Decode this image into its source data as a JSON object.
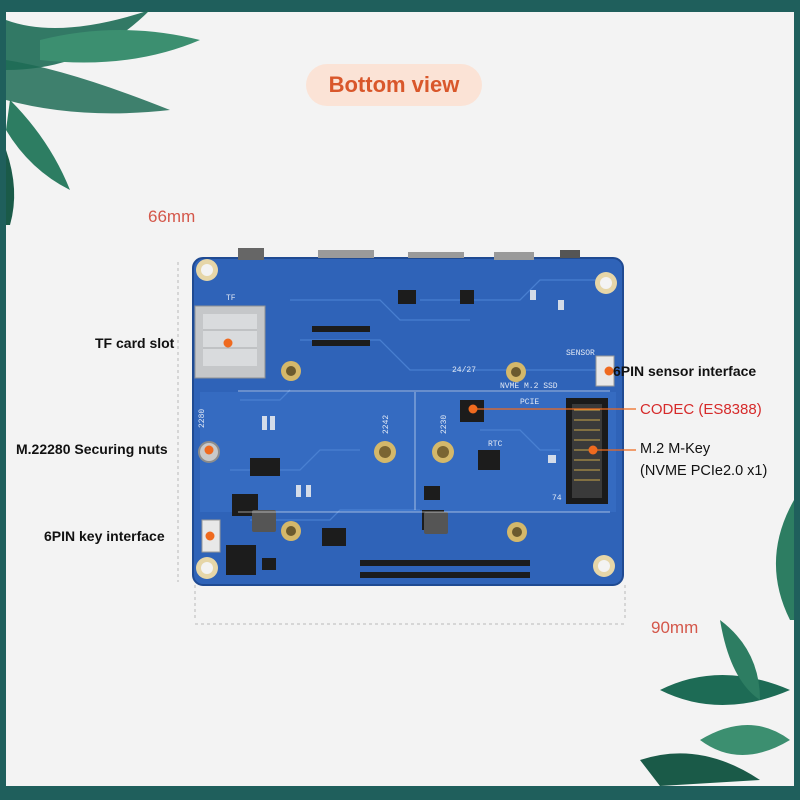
{
  "title": "Bottom view",
  "dimensions": {
    "height": "66mm",
    "width": "90mm"
  },
  "board_silkscreen": {
    "tf": "TF",
    "sensor": "SENSOR",
    "nvme": "NVME M.2 SSD",
    "pcie": "PCIE",
    "rtc": "RTC",
    "date_code": "24/27",
    "n2280": "2280",
    "n2242": "2242",
    "n2230": "2230",
    "pin74": "74"
  },
  "callouts": {
    "tf_card_slot": "TF card slot",
    "sensor_interface": "6PIN sensor interface",
    "codec": "CODEC (ES8388)",
    "m2_line1": "M.2 M-Key",
    "m2_line2": "(NVME PCIe2.0 x1)",
    "securing_nuts": "M.22280 Securing nuts",
    "key_interface": "6PIN key interface"
  },
  "colors": {
    "board": "#2f63b8",
    "title_text": "#d9572b",
    "title_bg": "#fbe3d6",
    "accent_red": "#d62a2a",
    "dimension": "#d4574a",
    "leaf": "#1d6b55"
  }
}
